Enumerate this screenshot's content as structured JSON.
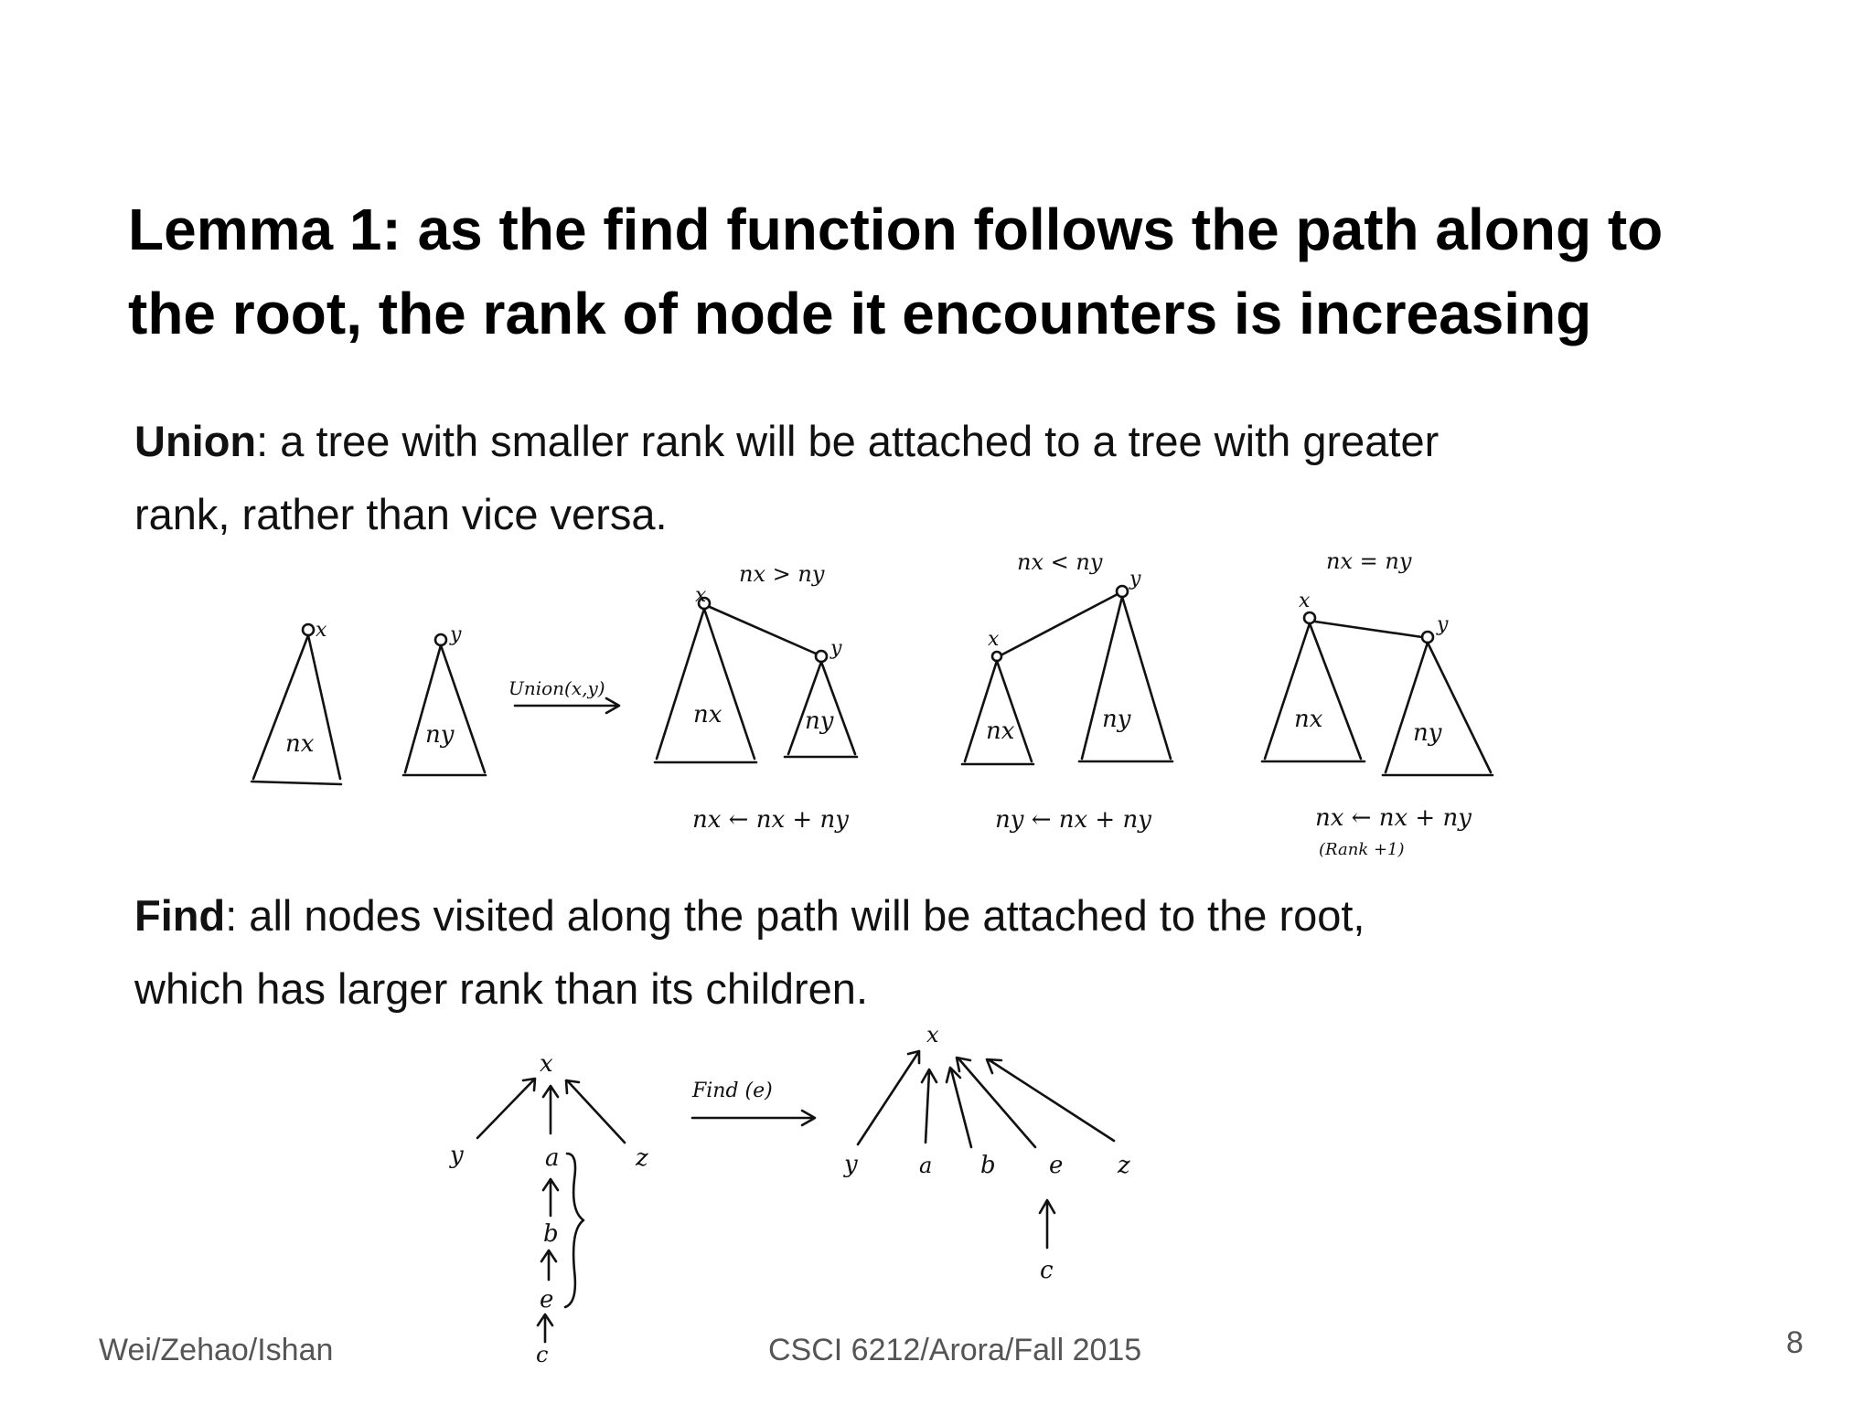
{
  "slide": {
    "title_line1": "Lemma 1: as the find function follows the path along to",
    "title_line2": "the root, the rank of node it encounters is increasing",
    "union": {
      "term": "Union",
      "rest_line1": ": a tree with smaller rank will be attached to a tree with greater",
      "line2": "rank, rather than vice versa."
    },
    "find": {
      "term": "Find",
      "rest_line1": ": all nodes visited along the path will be attached to the root,",
      "line2": "which has larger rank than its children."
    },
    "footer": {
      "left": "Wei/Zehao/Ishan",
      "center": "CSCI 6212/Arora/Fall 2015",
      "page_number": "8"
    }
  },
  "union_sketch": {
    "node_x": "x",
    "node_y": "y",
    "size_x": "nx",
    "size_y": "ny",
    "arrow_label": "Union(x,y)",
    "case1": {
      "condition": "nx > ny",
      "update": "nx ← nx + ny"
    },
    "case2": {
      "condition": "nx < ny",
      "update": "ny ← nx + ny"
    },
    "case3": {
      "condition": "nx = ny",
      "update": "nx ← nx + ny",
      "note": "(Rank +1)"
    }
  },
  "find_sketch": {
    "arrow_label": "Find (e)",
    "nodes": {
      "x": "x",
      "y": "y",
      "z": "z",
      "a": "a",
      "b": "b",
      "e": "e",
      "c": "c"
    }
  }
}
